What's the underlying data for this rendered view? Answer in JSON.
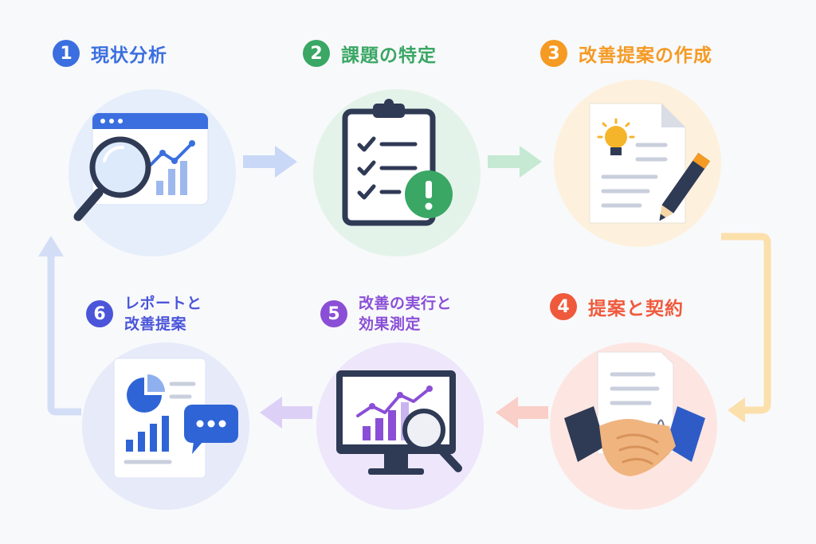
{
  "steps": [
    {
      "number": "1",
      "title": "現状分析",
      "color": "#3b6fe0",
      "bg": "#e6eefb"
    },
    {
      "number": "2",
      "title": "課題の特定",
      "color": "#3aa765",
      "bg": "#e4f3e9"
    },
    {
      "number": "3",
      "title": "改善提案の作成",
      "color": "#f59a23",
      "bg": "#fdf1de"
    },
    {
      "number": "4",
      "title": "提案と契約",
      "color": "#ef5a3c",
      "bg": "#fde6e1"
    },
    {
      "number": "5",
      "title_line1": "改善の実行と",
      "title_line2": "効果測定",
      "color": "#8a4fd6",
      "bg": "#eee6fb"
    },
    {
      "number": "6",
      "title_line1": "レポートと",
      "title_line2": "改善提案",
      "color": "#4a55d9",
      "bg": "#e6eaf9"
    }
  ],
  "colors": {
    "arrow_blue": "#c9d8f6",
    "arrow_green": "#c5e9d2",
    "arrow_orange": "#fbe0ac",
    "arrow_red": "#f9cfc7",
    "arrow_purple": "#ddd0f6",
    "arrow_loop": "#d3def6",
    "navy": "#2f3a55"
  }
}
